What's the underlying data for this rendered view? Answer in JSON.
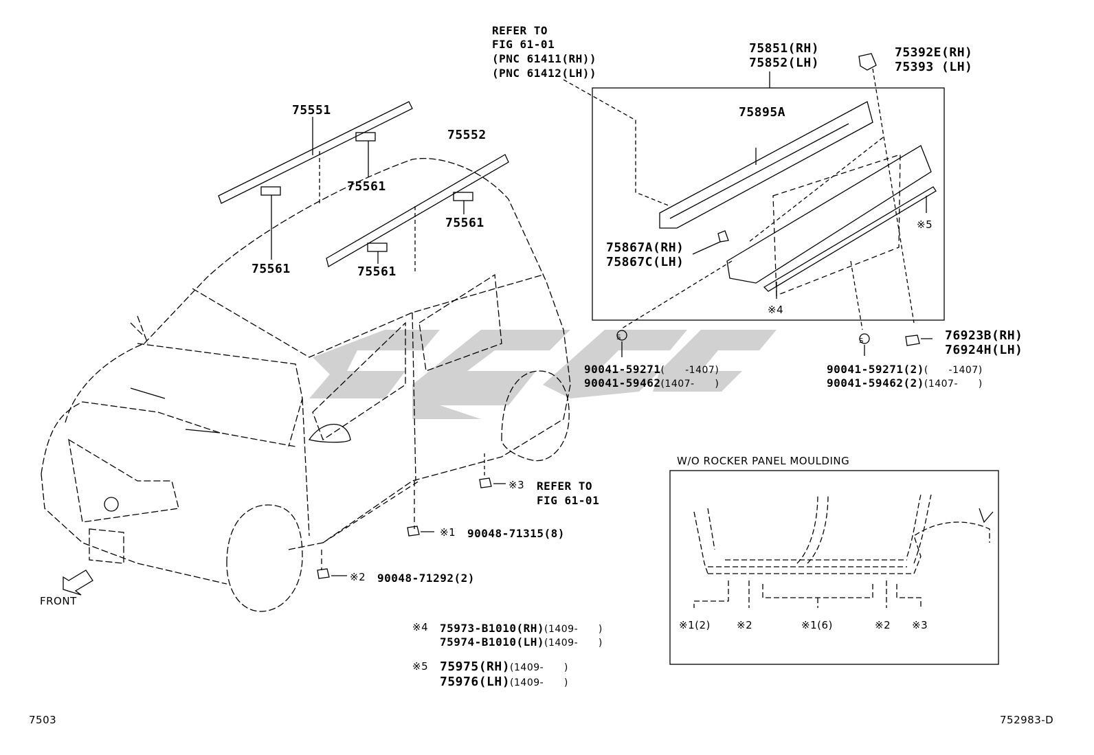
{
  "diagram": {
    "refer_top": [
      "REFER TO",
      "FIG 61-01",
      "(PNC 61411(RH))",
      "(PNC 61412(LH))"
    ],
    "moulding_part": [
      "75851(RH)",
      "75852(LH)"
    ],
    "clip_top_right": [
      "75392E(RH)",
      "75393 (LH)"
    ],
    "rail_left": "75551",
    "rail_right": "75552",
    "bracket": "75561",
    "sub_part": "75895A",
    "clip_mid": [
      "75867A(RH)",
      "75867C(LH)"
    ],
    "note5": "※5",
    "note4": "※4",
    "nut_right": [
      "76923B(RH)",
      "76924H(LH)"
    ],
    "s_mark": "S",
    "bolt_left": {
      "row1_part": "90041-59271",
      "row1_range": "(      -1407)",
      "row2_part": "90041-59462",
      "row2_range": "(1407-      )"
    },
    "bolt_right": {
      "row1_part": "90041-59271(2)",
      "row1_range": "(      -1407)",
      "row2_part": "90041-59462(2)",
      "row2_range": "(1407-      )"
    },
    "inset_title": "W/O ROCKER PANEL MOULDING",
    "inset_labels": [
      "※1(2)",
      "※2",
      "※1(6)",
      "※2",
      "※3"
    ],
    "ref3": {
      "mark": "※3",
      "text1": "REFER TO",
      "text2": "FIG 61-01"
    },
    "ref1": {
      "mark": "※1",
      "part": "90048-71315(8)"
    },
    "ref2": {
      "mark": "※2",
      "part": "90048-71292(2)"
    },
    "front_label": "FRONT",
    "footnote4": {
      "mark": "※4",
      "row1_part": "75973-B1010",
      "row1_side": "(RH)",
      "row1_range": "(1409-      )",
      "row2_part": "75974-B1010",
      "row2_side": "(LH)",
      "row2_range": "(1409-      )"
    },
    "footnote5": {
      "mark": "※5",
      "row1_part": "75975",
      "row1_side": "(RH)",
      "row1_range": "(1409-      )",
      "row2_part": "75976",
      "row2_side": "(LH)",
      "row2_range": "(1409-      )"
    },
    "page_code": "7503",
    "doc_code": "752983-D",
    "colors": {
      "line": "#000000",
      "watermark": "#c8c8c8",
      "background": "#ffffff"
    }
  }
}
